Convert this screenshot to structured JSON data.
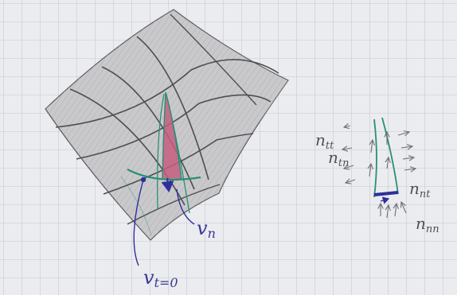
{
  "labels": {
    "v_t": "v",
    "v_t_sub": "t=0",
    "v_n": "v",
    "v_n_sub": "n",
    "n_tt": "n",
    "n_tt_sub": "tt",
    "n_tn": "n",
    "n_tn_sub": "tn",
    "n_nt": "n",
    "n_nt_sub": "nt",
    "n_nn": "n",
    "n_nn_sub": "nn"
  },
  "colors": {
    "paper": "#ebecef",
    "grid": "#b9bcc5",
    "surface": "#c9c9cc",
    "surface_line": "#4e4e52",
    "crack_fill": "#c45d7e",
    "green": "#2a8f73",
    "blue": "#2e2f9c",
    "arrow_gray": "#6f6f74",
    "ink": "#3a3a96"
  }
}
